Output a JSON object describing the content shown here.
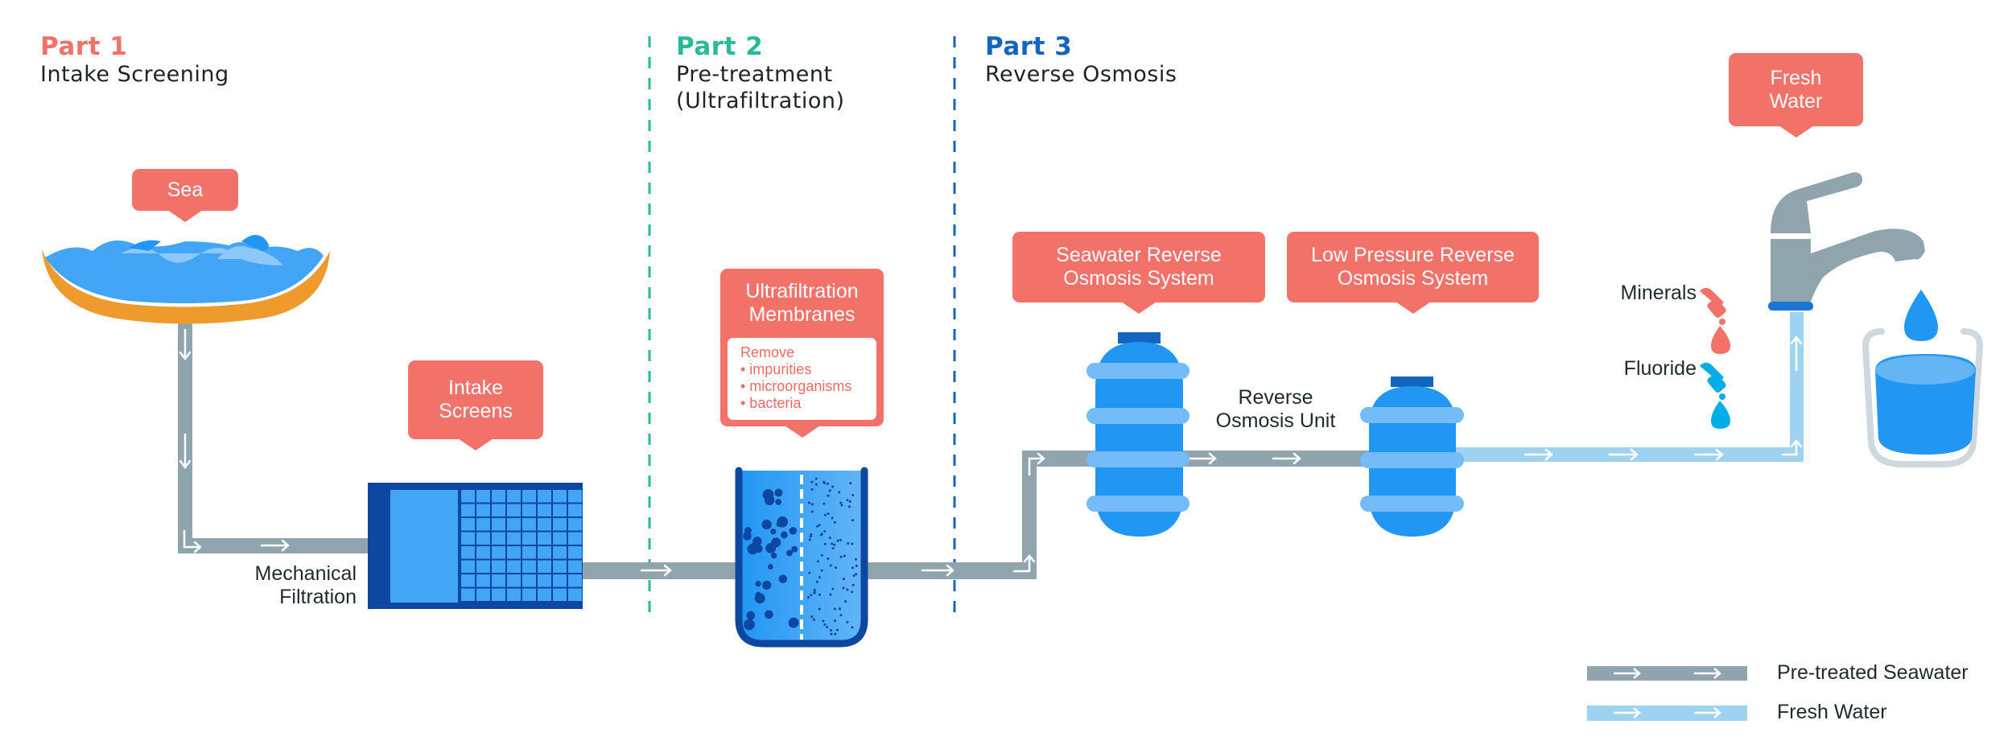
{
  "colors": {
    "part1": "#f27168",
    "part2": "#2bb99a",
    "part3": "#1565c0",
    "callout": "#f27168",
    "pipe_seawater": "#90a4ae",
    "pipe_fresh": "#9ed2f1",
    "tank": "#2196f3",
    "tank_band": "#74bbf9",
    "screen_dark": "#0d47a1",
    "screen_light": "#42a5f5",
    "sea_rim": "#ef9a2c",
    "faucet": "#90a4ae",
    "minerals": "#f27168",
    "fluoride": "#00ade6"
  },
  "parts": [
    {
      "number": "Part 1",
      "title": "Intake Screening"
    },
    {
      "number": "Part 2",
      "title": "Pre-treatment\n(Ultrafiltration)"
    },
    {
      "number": "Part 3",
      "title": "Reverse Osmosis"
    }
  ],
  "callouts": {
    "sea": "Sea",
    "intake_screens": "Intake\nScreens",
    "ultrafiltration": "Ultrafiltration\nMembranes",
    "seawater_ro": "Seawater Reverse\nOsmosis System",
    "low_pressure_ro": "Low Pressure Reverse\nOsmosis System",
    "fresh_water": "Fresh\nWater"
  },
  "ultrafiltration_list": {
    "heading": "Remove",
    "items": [
      "• impurities",
      "• microorganisms",
      "• bacteria"
    ]
  },
  "labels": {
    "mechanical_filtration": "Mechanical\nFiltration",
    "ro_unit": "Reverse\nOsmosis Unit",
    "minerals": "Minerals",
    "fluoride": "Fluoride"
  },
  "legend": [
    {
      "label": "Pre-treated Seawater",
      "type": "seawater"
    },
    {
      "label": "Fresh Water",
      "type": "fresh"
    }
  ]
}
